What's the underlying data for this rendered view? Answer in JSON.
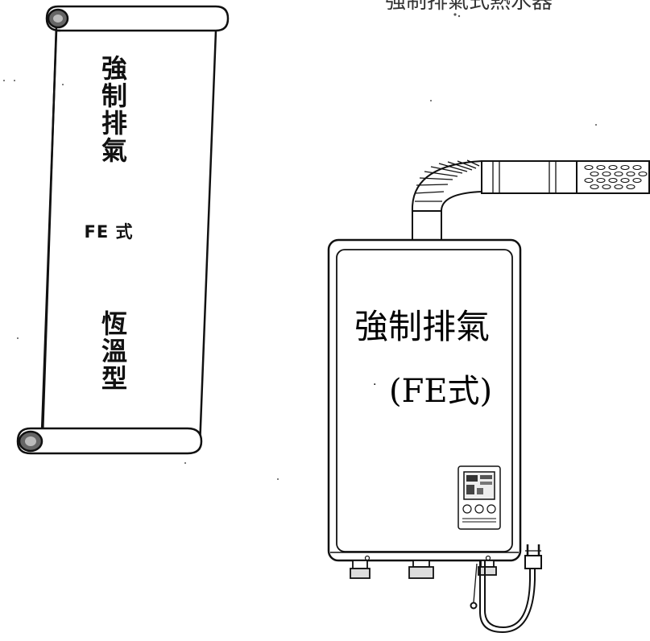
{
  "scroll": {
    "title": "強制排氣",
    "type_label": "FE 式",
    "mode": "恆溫型"
  },
  "heater": {
    "label_line1": "強制排氣",
    "label_line2": "(FE式)",
    "bullet": "·"
  },
  "top_partial_text": "強制排氣式熱水器"
}
